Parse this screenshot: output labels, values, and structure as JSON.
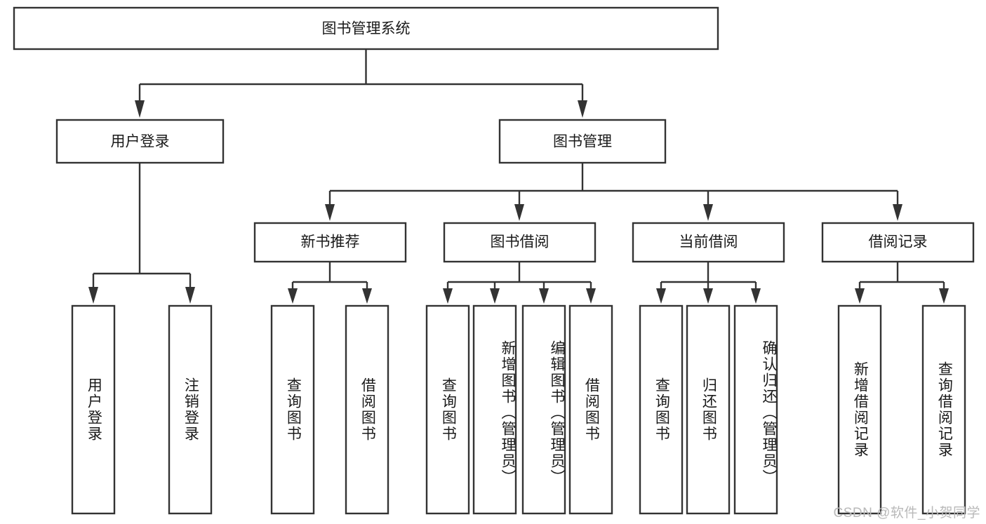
{
  "diagram": {
    "title": "图书管理系统",
    "type": "hierarchy-tree",
    "root": {
      "label": "图书管理系统"
    },
    "level2": [
      {
        "label": "用户登录"
      },
      {
        "label": "图书管理"
      }
    ],
    "level3": [
      {
        "label": "新书推荐"
      },
      {
        "label": "图书借阅"
      },
      {
        "label": "当前借阅"
      },
      {
        "label": "借阅记录"
      }
    ],
    "leaves": {
      "user_login": [
        {
          "label": "用户登录"
        },
        {
          "label": "注销登录"
        }
      ],
      "new_book_recommend": [
        {
          "label": "查询图书"
        },
        {
          "label": "借阅图书"
        }
      ],
      "book_borrow": [
        {
          "label": "查询图书"
        },
        {
          "label": "新增图书（管理员）"
        },
        {
          "label": "编辑图书（管理员）"
        },
        {
          "label": "借阅图书"
        }
      ],
      "current_borrow": [
        {
          "label": "查询图书"
        },
        {
          "label": "归还图书"
        },
        {
          "label": "确认归还（管理员）"
        }
      ],
      "borrow_records": [
        {
          "label": "新增借阅记录"
        },
        {
          "label": "查询借阅记录"
        }
      ]
    }
  },
  "watermark": {
    "text": "CSDN @软件_小贺同学"
  },
  "colors": {
    "stroke": "#333333",
    "box_fill": "#ffffff",
    "text": "#1a1a1a",
    "watermark": "#b9b9b9",
    "background": "#ffffff"
  }
}
